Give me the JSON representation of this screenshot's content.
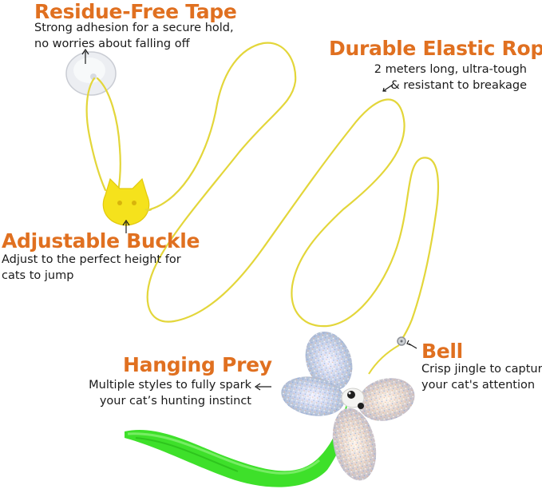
{
  "callouts": {
    "tape": {
      "title": "Residue-Free Tape",
      "line1": "Strong adhesion for a secure hold,",
      "line2": "no worries about falling off"
    },
    "rope": {
      "title": "Durable Elastic Rope",
      "line1": "2 meters long, ultra-tough",
      "line2": "& resistant to breakage"
    },
    "buckle": {
      "title": "Adjustable Buckle",
      "line1": "Adjust to the perfect height for",
      "line2": "cats to jump"
    },
    "prey": {
      "title": "Hanging Prey",
      "line1": "Multiple styles to fully spark",
      "line2": "your cat’s hunting instinct"
    },
    "bell": {
      "title": "Bell",
      "line1": "Crisp jingle to capture",
      "line2": "your cat's attention"
    }
  },
  "colors": {
    "accent": "#e07020",
    "rope": "#e3d63a",
    "buckle": "#f5e21c",
    "feather": "#3ee02a",
    "text": "#1a1a1a"
  }
}
